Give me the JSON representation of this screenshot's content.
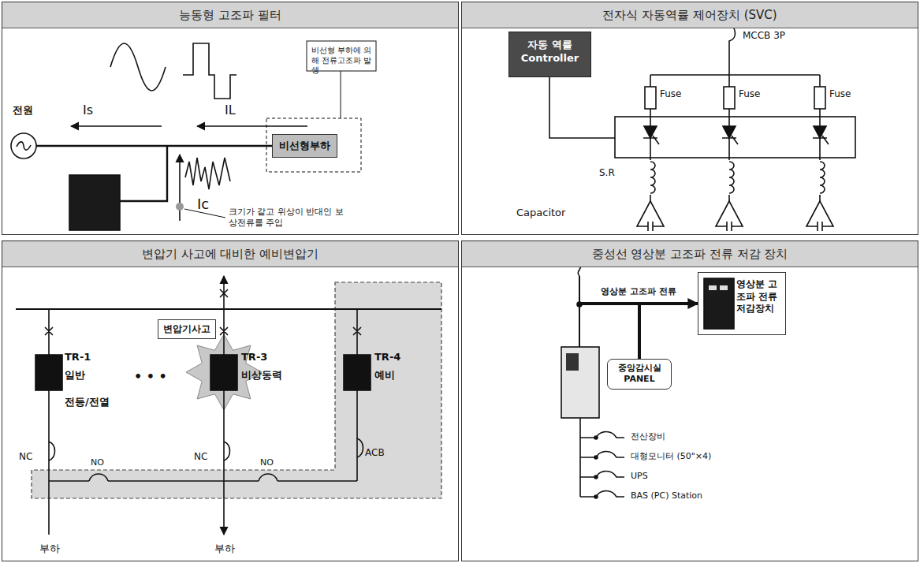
{
  "diagram": {
    "nodes": [
      {
        "text": [
          "능동형 고조파 필터"
        ]
      },
      {
        "text": [
          "비선형부하"
        ],
        "in": 0
      },
      {
        "text": [
          "전자식 자동역률 제어장치 (SVC)"
        ]
      },
      {
        "text": [
          "자동 역률 Controller"
        ],
        "in": 2
      },
      {
        "text": [
          "변압기 사고에 대비한 예비변압기"
        ]
      },
      {
        "text": [
          "변압기사고"
        ],
        "in": 4
      },
      {
        "text": [
          "중성선 영상분 고조파 전류 저감 장치"
        ]
      },
      {
        "text": [
          "영상분 고조파 전류 저감장치"
        ],
        "in": 6
      },
      {
        "text": [
          "중앙감시실 PANEL"
        ],
        "in": 6
      }
    ],
    "edges": [
      {
        "from": 8,
        "to": 7,
        "arrow": "to",
        "label": "영상분 고조파 전류"
      }
    ],
    "labels": [
      "비선형 부하에 의해 전류고조파 발생",
      "전원",
      "Is",
      "IL",
      "Ic",
      "크기가 같고 위상이 반대인 보상전류를 주입",
      "MCCB 3P",
      "Fuse",
      "Fuse",
      "Fuse",
      "S.R",
      "Capacitor",
      "TR-1",
      "일반",
      "전등/전열",
      "TR-3",
      "비상동력",
      "TR-4",
      "예비",
      "• • •",
      "NC",
      "NC",
      "NO",
      "NO",
      "ACB",
      "부하",
      "부하",
      "전산장비",
      "대형모니터 (50\"×4)",
      "UPS",
      "BAS (PC) Station"
    ]
  }
}
